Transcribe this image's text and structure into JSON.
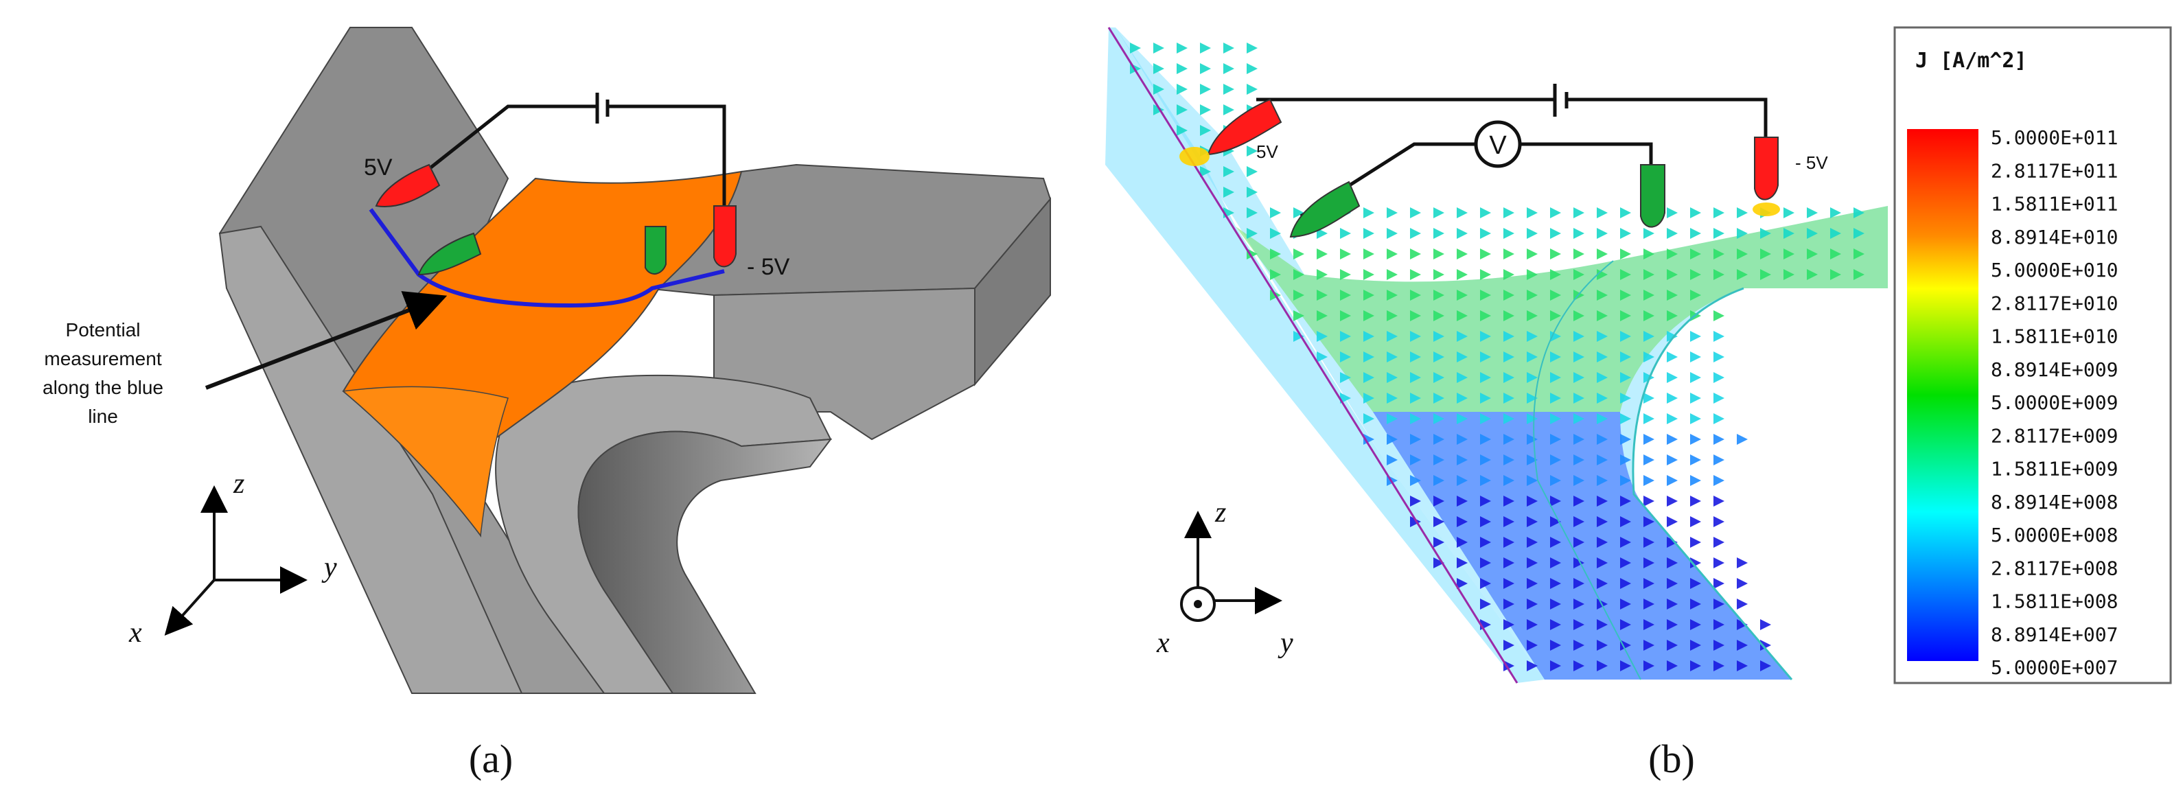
{
  "panel_a": {
    "caption": "(a)",
    "anode_label": "5V",
    "cathode_label": "- 5V",
    "annotation_lines": [
      "Potential",
      "measurement",
      "along the blue",
      "line"
    ],
    "axis_z": "z",
    "axis_y": "y",
    "axis_x": "x",
    "colors": {
      "body": "#8f8f8f",
      "weld": "#ff7a00",
      "probe_line": "#1e1ed8",
      "red_probe": "#ff1a1a",
      "green_probe": "#1aa83a"
    }
  },
  "panel_b": {
    "caption": "(b)",
    "anode_label": "5V",
    "cathode_label": "- 5V",
    "voltmeter_label": "V",
    "axis_z": "z",
    "axis_y": "y",
    "axis_x": "x",
    "legend": {
      "title": "J [A/m^2]",
      "values": [
        "5.0000E+011",
        "2.8117E+011",
        "1.5811E+011",
        "8.8914E+010",
        "5.0000E+010",
        "2.8117E+010",
        "1.5811E+010",
        "8.8914E+009",
        "5.0000E+009",
        "2.8117E+009",
        "1.5811E+009",
        "8.8914E+008",
        "5.0000E+008",
        "2.8117E+008",
        "1.5811E+008",
        "8.8914E+007",
        "5.0000E+007"
      ],
      "gradient_stops": [
        "#ff0000",
        "#ff8000",
        "#ffff00",
        "#00e000",
        "#00ffff",
        "#0000ff"
      ]
    }
  }
}
